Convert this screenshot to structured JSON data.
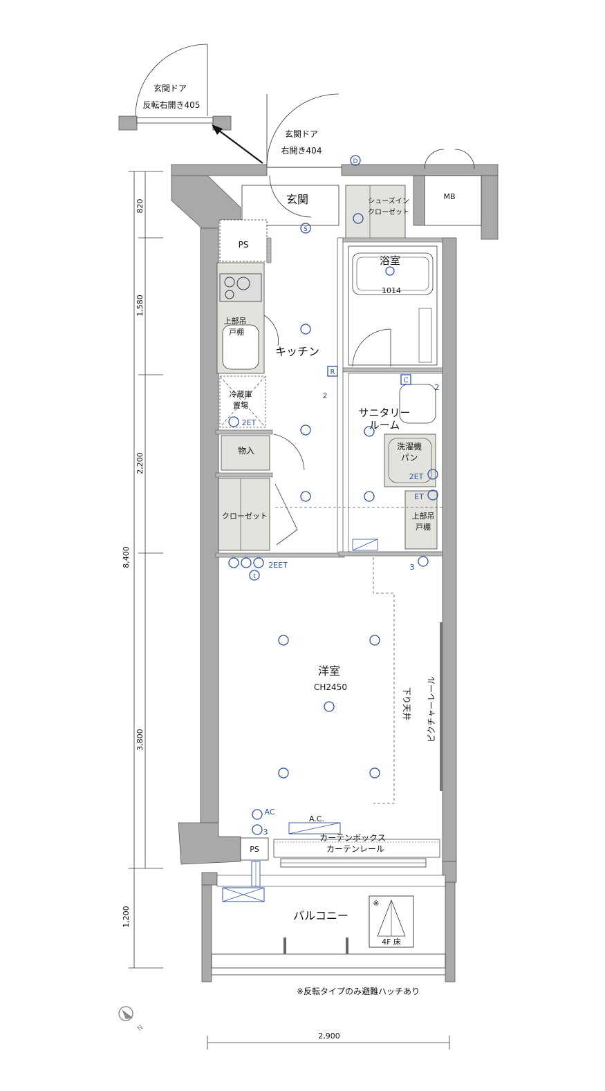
{
  "entrance_door_alt": {
    "line1": "玄関ドア",
    "line2": "反転右開き405"
  },
  "entrance_door": {
    "line1": "玄関ドア",
    "line2": "右開き404"
  },
  "rooms": {
    "genkan": "玄関",
    "shoe_closet_1": "シューズイン",
    "shoe_closet_2": "クローゼット",
    "mb": "MB",
    "ps_top": "PS",
    "bath": "浴室",
    "bath_code": "1014",
    "upper_cabinet_1a": "上部吊",
    "upper_cabinet_1b": "戸棚",
    "kitchen": "キッチン",
    "fridge_1": "冷蔵庫",
    "fridge_2": "置場",
    "sanitary_1": "サニタリー",
    "sanitary_2": "ルーム",
    "washer_1": "洗濯機",
    "washer_2": "パン",
    "storage": "物入",
    "closet": "クローゼット",
    "upper_cabinet_2a": "上部吊",
    "upper_cabinet_2b": "戸棚",
    "western": "洋室",
    "ceiling_height": "CH2450",
    "lowered_ceiling": "下り天井",
    "picture_rail": "ピクチャーレール",
    "ac": "A.C.",
    "curtain_box": "カーテンボックス",
    "curtain_rail": "カーテンレール",
    "ps_bottom": "PS",
    "balcony": "バルコニー",
    "hatch_mark": "※",
    "hatch_floor": "4F 床"
  },
  "electrical": {
    "d": "D",
    "s": "S",
    "r": "R",
    "c": "C",
    "t": "t",
    "two_a": "2",
    "two_b": "2",
    "two_et_fridge": "2ET",
    "two_et_washer": "2ET",
    "et": "ET",
    "two_eet": "2EET",
    "three_a": "3",
    "three_b": "3",
    "ac_label": "AC"
  },
  "dimensions": {
    "total_height": "8,400",
    "seg1": "820",
    "seg2": "1,580",
    "seg3": "2,200",
    "seg4": "3,800",
    "balcony_depth": "1,200",
    "width": "2,900"
  },
  "note": "※反転タイプのみ避難ハッチあり",
  "compass": "N"
}
